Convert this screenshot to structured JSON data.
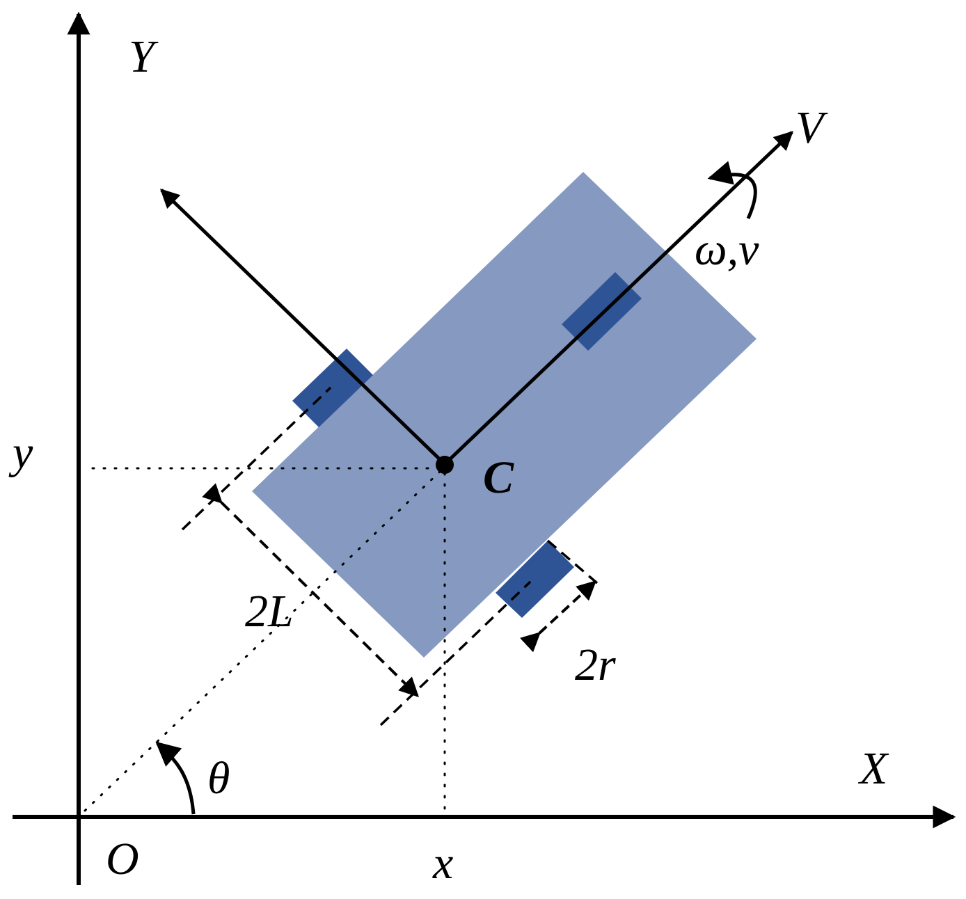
{
  "labels": {
    "y_axis": "Y",
    "x_axis": "X",
    "origin": "O",
    "y_coord": "y",
    "x_coord": "x",
    "center": "C",
    "forward_axis": "V",
    "omega_v": "ω,ν",
    "half_track": "2L",
    "wheel_diameter": "2r",
    "theta": "θ"
  },
  "colors": {
    "body": "#8599c1",
    "wheel": "#2f5496",
    "line": "#000000"
  },
  "icons": {
    "rotation_arrow": "curved-arrow-icon",
    "dimension_arrow": "double-arrow-icon"
  }
}
